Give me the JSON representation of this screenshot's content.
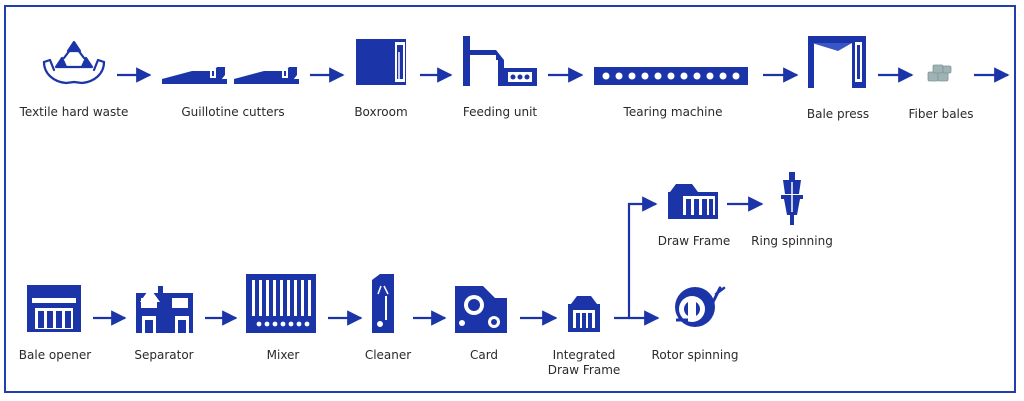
{
  "colors": {
    "primary": "#1b35a8",
    "border": "#1f3fae",
    "bales": "#9fb2b4",
    "text": "#2a2a2a"
  },
  "steps_row1": [
    {
      "id": "textile",
      "label": "Textile hard waste",
      "icon": "recycle-hands-icon"
    },
    {
      "id": "guillotine",
      "label": "Guillotine cutters",
      "icon": "guillotine-cutter-icon"
    },
    {
      "id": "boxroom",
      "label": "Boxroom",
      "icon": "boxroom-icon"
    },
    {
      "id": "feeding",
      "label": "Feeding unit",
      "icon": "feeding-unit-icon"
    },
    {
      "id": "tearing",
      "label": "Tearing machine",
      "icon": "tearing-machine-icon"
    },
    {
      "id": "balepress",
      "label": "Bale press",
      "icon": "bale-press-icon"
    },
    {
      "id": "fiberbales",
      "label": "Fiber bales",
      "icon": "fiber-bales-icon"
    }
  ],
  "steps_row2": [
    {
      "id": "baleopener",
      "label": "Bale opener",
      "icon": "bale-opener-icon"
    },
    {
      "id": "separator",
      "label": "Separator",
      "icon": "separator-icon"
    },
    {
      "id": "mixer",
      "label": "Mixer",
      "icon": "mixer-icon"
    },
    {
      "id": "cleaner",
      "label": "Cleaner",
      "icon": "cleaner-icon"
    },
    {
      "id": "card",
      "label": "Card",
      "icon": "card-machine-icon"
    },
    {
      "id": "integrated",
      "label_line1": "Integrated",
      "label_line2": "Draw Frame",
      "icon": "integrated-draw-frame-icon"
    },
    {
      "id": "drawframe",
      "label": "Draw Frame",
      "icon": "draw-frame-icon"
    },
    {
      "id": "ring",
      "label": "Ring spinning",
      "icon": "ring-spinning-icon"
    },
    {
      "id": "rotor",
      "label": "Rotor spinning",
      "icon": "rotor-spinning-icon"
    }
  ]
}
